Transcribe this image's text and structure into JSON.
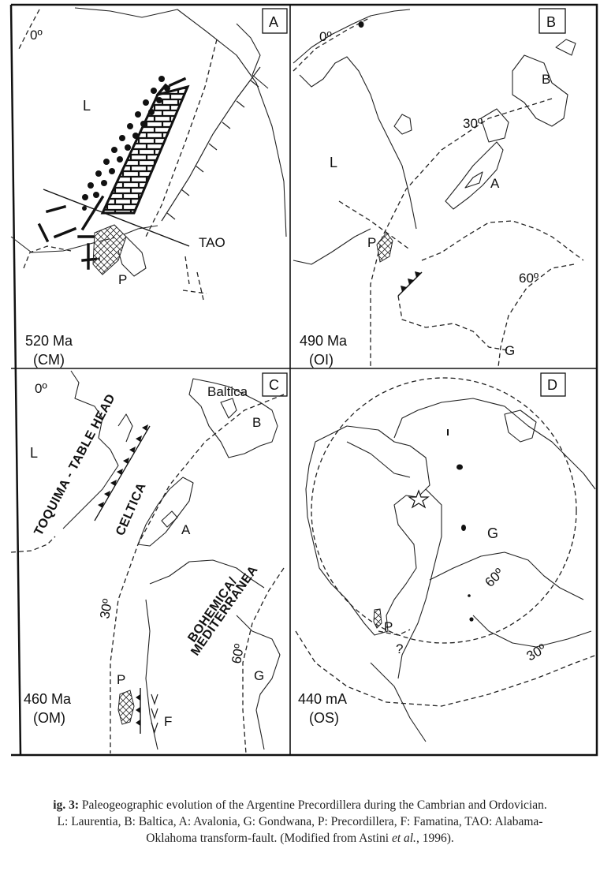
{
  "panels": {
    "A": {
      "letter": "A",
      "age": "520 Ma",
      "period": "(CM)",
      "equator": "0º",
      "laurentia": "L",
      "precordillera": "P",
      "tao": "TAO"
    },
    "B": {
      "letter": "B",
      "age": "490 Ma",
      "period": "(OI)",
      "equator": "0º",
      "laurentia": "L",
      "baltica": "B",
      "avalonia": "A",
      "precordillera": "P",
      "gondwana": "G",
      "lat30": "30º",
      "lat60": "60º"
    },
    "C": {
      "letter": "C",
      "age": "460 Ma",
      "period": "(OM)",
      "equator": "0º",
      "laurentia": "L",
      "baltica_name": "Baltica",
      "baltica": "B",
      "avalonia": "A",
      "precordillera": "P",
      "famatina": "F",
      "gondwana": "G",
      "lat30": "30º",
      "lat60": "60º",
      "toquima": "TOQUIMA - TABLE HEAD",
      "celtica": "CELTICA",
      "bohemica": "BOHEMICA/",
      "mediterranea": "MEDITERRANEA"
    },
    "D": {
      "letter": "D",
      "age": "440 mA",
      "period": "(OS)",
      "gondwana": "G",
      "precordillera": "P",
      "unknown": "?",
      "lat60": "60º",
      "lat30": "30º"
    }
  },
  "caption": {
    "label": "ig. 3:",
    "line1": " Paleogeographic  evolution of the Argentine Precordillera during the Cambrian and Ordovician.",
    "line2": "L: Laurentia, B: Baltica, A: Avalonia, G: Gondwana, P: Precordillera, F: Famatina, TAO: Alabama-",
    "line3a": "Oklahoma transform-fault. (Modified from  Astini ",
    "line3b": "et al.",
    "line3c": ", 1996)."
  }
}
